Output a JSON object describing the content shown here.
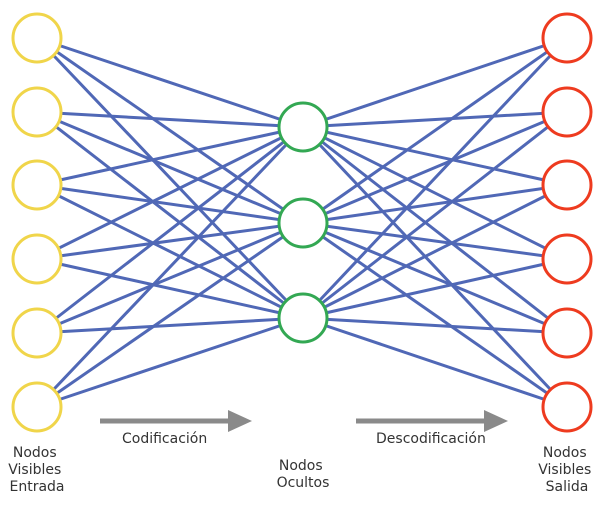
{
  "colors": {
    "input": "#f0d54a",
    "hidden": "#33a853",
    "output": "#ee3b1f",
    "edge": "#5068b6",
    "arrow": "#8a8a8a"
  },
  "layers": {
    "input": {
      "count": 6,
      "label": [
        "Nodos",
        "Visibles",
        "Entrada"
      ]
    },
    "hidden": {
      "count": 3,
      "label": [
        "Nodos",
        "Ocultos"
      ]
    },
    "output": {
      "count": 6,
      "label": [
        "Nodos",
        "Visibles",
        "Salida"
      ]
    }
  },
  "arrows": {
    "encode": "Codificación",
    "decode": "Descodificación"
  }
}
